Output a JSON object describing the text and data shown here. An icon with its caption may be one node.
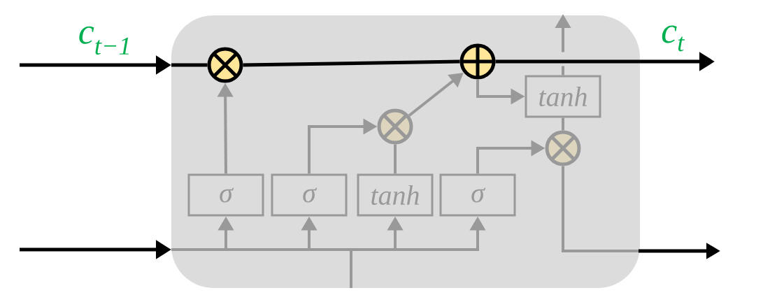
{
  "diagram": {
    "nodes": [
      {
        "text": [],
        "shape": "box"
      },
      {
        "text": [],
        "shape": "circle",
        "in": 0
      },
      {
        "text": [],
        "shape": "circle",
        "in": 0
      },
      {
        "text": [],
        "shape": "circle",
        "in": 0
      },
      {
        "text": [],
        "shape": "circle",
        "in": 0
      },
      {
        "text": [
          "tanh"
        ],
        "in": 0
      },
      {
        "text": [
          "σ"
        ],
        "in": 0
      },
      {
        "text": [
          "σ"
        ],
        "in": 0
      },
      {
        "text": [
          "tanh"
        ],
        "in": 0
      },
      {
        "text": [
          "σ"
        ],
        "in": 0
      }
    ],
    "edges": [
      {
        "from": null,
        "to": 0,
        "arrow": "to",
        "label": "c$_{t−1}$",
        "color": "#000000"
      },
      {
        "from": 0,
        "to": 1,
        "arrow": "none",
        "color": "#000000"
      },
      {
        "from": 1,
        "to": 3,
        "arrow": "none",
        "color": "#000000"
      },
      {
        "from": 3,
        "to": null,
        "arrow": "to",
        "label": "c$_{t}$",
        "color": "#000000"
      },
      {
        "from": 6,
        "to": 1,
        "arrow": "to"
      },
      {
        "from": 7,
        "to": 2,
        "arrow": "to"
      },
      {
        "from": 8,
        "to": 2,
        "arrow": "none"
      },
      {
        "from": 2,
        "to": 3,
        "arrow": "to"
      },
      {
        "from": 9,
        "to": 4,
        "arrow": "to"
      },
      {
        "from": 3,
        "to": 5,
        "arrow": "to"
      },
      {
        "from": 5,
        "to": 4,
        "arrow": "none"
      },
      {
        "from": 5,
        "to": null,
        "arrow": "to",
        "style": "dashed"
      },
      {
        "from": 4,
        "to": null,
        "arrow": "to"
      },
      {
        "from": null,
        "to": 0,
        "arrow": "to",
        "color": "#000000"
      },
      {
        "from": 0,
        "to": 6,
        "arrow": "to"
      },
      {
        "from": 0,
        "to": 7,
        "arrow": "to"
      },
      {
        "from": 0,
        "to": 8,
        "arrow": "to"
      },
      {
        "from": 0,
        "to": 9,
        "arrow": "to"
      }
    ]
  }
}
